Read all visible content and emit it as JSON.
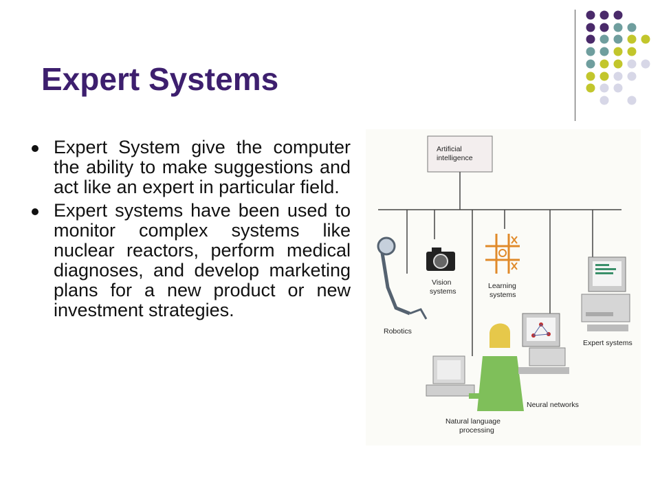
{
  "slide": {
    "title": "Expert Systems",
    "bullets": [
      "Expert System give the computer the ability to make suggestions and act like an expert in particular field.",
      "Expert systems have been used to monitor complex systems like nuclear reactors, perform medical diagnoses, and develop marketing plans for a new product or new investment strategies."
    ]
  },
  "figure": {
    "root": [
      "Artificial",
      "intelligence"
    ],
    "branches": {
      "robotics": [
        "Robotics"
      ],
      "vision": [
        "Vision",
        "systems"
      ],
      "learning": [
        "Learning",
        "systems"
      ],
      "natural_language": [
        "Natural language",
        "processing"
      ],
      "neural": [
        "Neural networks"
      ],
      "expert": [
        "Expert systems"
      ]
    }
  },
  "theme": {
    "title_color": "#3d1f6e",
    "dot_colors": [
      "#4a2a6a",
      "#6f9e9e",
      "#c2c62c",
      "#d7d7e7"
    ]
  }
}
